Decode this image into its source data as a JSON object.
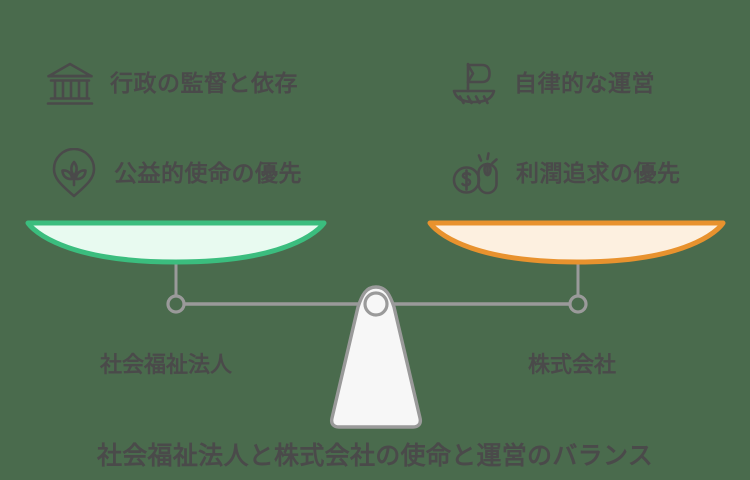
{
  "theme": {
    "background": "#4a6b4d",
    "text_color": "#4a4a4a",
    "left_pan_stroke": "#3bbd7e",
    "left_pan_fill": "#e8faf0",
    "right_pan_stroke": "#e8922e",
    "right_pan_fill": "#fdf0e0",
    "beam_color": "#9a9a9a",
    "fulcrum_fill": "#f7f7f7",
    "fulcrum_stroke": "#9a9a9a"
  },
  "features": {
    "left": [
      {
        "icon": "bank-building-icon",
        "label": "行政の監督と依存"
      },
      {
        "icon": "shield-leaf-icon",
        "label": "公益的使命の優先"
      }
    ],
    "right": [
      {
        "icon": "sailboat-icon",
        "label": "自律的な運営"
      },
      {
        "icon": "money-mouse-icon",
        "label": "利潤追求の優先"
      }
    ]
  },
  "scale": {
    "left_side_label": "社会福祉法人",
    "right_side_label": "株式会社"
  },
  "caption": "社会福祉法人と株式会社の使命と運営のバランス"
}
